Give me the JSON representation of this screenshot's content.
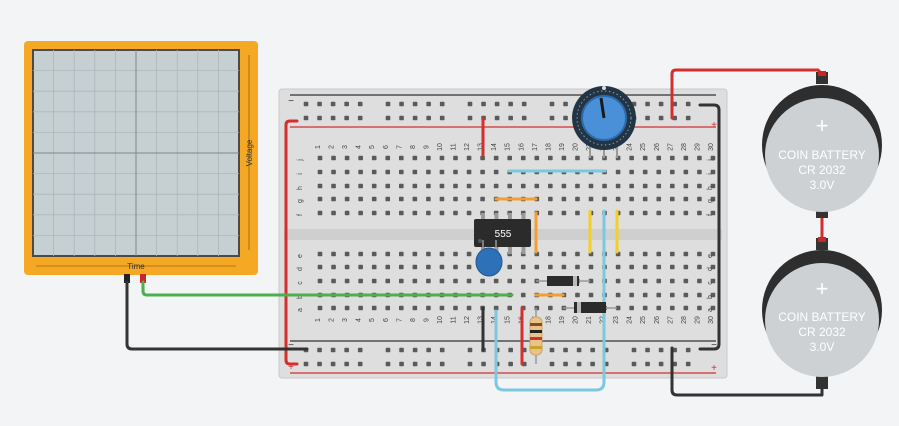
{
  "oscilloscope": {
    "x_label": "Time",
    "y_label": "Voltage"
  },
  "ic": {
    "label": "555"
  },
  "breadboard": {
    "row_letters_top": [
      "j",
      "i",
      "h",
      "g",
      "f"
    ],
    "row_letters_bottom": [
      "e",
      "d",
      "c",
      "b",
      "a"
    ],
    "column_numbers": [
      "1",
      "2",
      "3",
      "4",
      "5",
      "6",
      "7",
      "8",
      "9",
      "10",
      "11",
      "12",
      "13",
      "14",
      "15",
      "16",
      "17",
      "18",
      "19",
      "20",
      "21",
      "22",
      "23",
      "24",
      "25",
      "26",
      "27",
      "28",
      "29",
      "30"
    ],
    "rail_minus": "−",
    "rail_plus": "+"
  },
  "batteries": [
    {
      "symbol": "+",
      "line1": "COIN BATTERY",
      "line2": "CR 2032",
      "line3": "3.0V"
    },
    {
      "symbol": "+",
      "line1": "COIN BATTERY",
      "line2": "CR 2032",
      "line3": "3.0V"
    }
  ],
  "colors": {
    "wire_red": "#d32f2f",
    "wire_black": "#333333",
    "wire_green": "#4caf50",
    "wire_blue": "#7cc8e0",
    "wire_orange": "#f0a030",
    "wire_yellow": "#f2d024",
    "scope_frame": "#f4a823",
    "capacitor": "#2d72b8",
    "pot": "#4a90d9"
  }
}
